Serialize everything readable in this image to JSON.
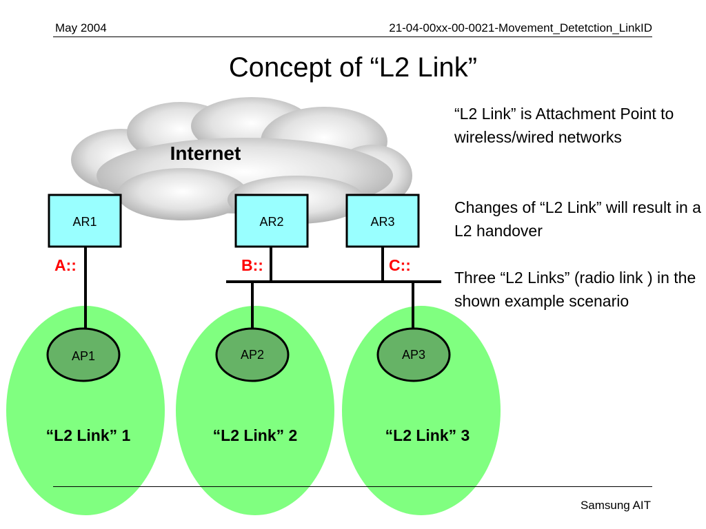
{
  "header": {
    "date": "May 2004",
    "doc_id": "21-04-00xx-00-0021-Movement_Detetction_LinkID"
  },
  "title": "Concept of “L2 Link”",
  "diagram": {
    "cloud_label": "Internet",
    "routers": [
      {
        "label": "AR1",
        "prefix": "A::"
      },
      {
        "label": "AR2",
        "prefix": "B::"
      },
      {
        "label": "AR3",
        "prefix": "C::"
      }
    ],
    "access_points": [
      {
        "label": "AP1",
        "cell_label": "“L2 Link” 1"
      },
      {
        "label": "AP2",
        "cell_label": "“L2 Link” 2"
      },
      {
        "label": "AP3",
        "cell_label": "“L2 Link” 3"
      }
    ],
    "colors": {
      "router_fill": "#99ffff",
      "cell_fill": "#80ff80",
      "ap_fill": "#66b366",
      "prefix_text": "#ff0000"
    }
  },
  "notes": [
    "“L2 Link” is Attachment Point to wireless/wired networks",
    "Changes of “L2 Link” will result in a L2 handover",
    "Three “L2 Links”  (radio link ) in the shown example scenario"
  ],
  "footer": "Samsung AIT"
}
